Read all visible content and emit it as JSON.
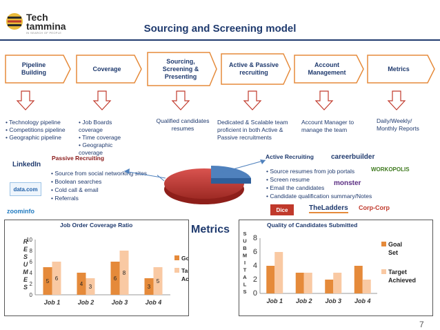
{
  "logo": {
    "line1": "Tech",
    "line2": "tammina",
    "tagline": "IN SEARCH OF PEOPLE"
  },
  "title": "Sourcing and Screening model",
  "stages": [
    {
      "label": "Pipeline Building"
    },
    {
      "label": "Coverage"
    },
    {
      "label": "Sourcing, Screening & Presenting"
    },
    {
      "label": "Active & Passive recruiting"
    },
    {
      "label": "Account Management"
    },
    {
      "label": "Metrics"
    }
  ],
  "descriptions": {
    "pipeline": [
      "• Technology pipeline",
      "• Competitions pipeline",
      "• Geographic pipeline"
    ],
    "coverage": [
      "• Job Boards coverage",
      "• Time coverage",
      "• Geographic coverage"
    ],
    "screening": "Qualified candidates resumes",
    "recruiting": "Dedicated & Scalable team proficient in both Active & Passive recruitments",
    "account": "Account Manager to manage the team",
    "metrics": "Daily/Weekly/ Monthly Reports"
  },
  "passive": {
    "heading": "Passive Recruiting",
    "items": [
      "Source from social networking sites",
      "Boolean searches",
      "Cold call & email",
      "Referrals"
    ]
  },
  "active": {
    "heading": "Active Recruiting",
    "items": [
      "Source resumes from job portals",
      "Screen resume",
      "Email the candidates",
      "Candidate qualification summary/Notes"
    ]
  },
  "brands": {
    "linkedin": "LinkedIn",
    "data": "data.com",
    "zoominfo": "zoominfo",
    "careerbuilder": "careerbuilder",
    "workopolis": "WORKOPOLIS",
    "monster": "monster",
    "dice": "Dice",
    "theladders": "TheLadders",
    "corpcorp": "Corp-Corp"
  },
  "metrics_label": "Metrics",
  "colors": {
    "navy": "#1f3a6e",
    "orange": "#e58a3a",
    "peach": "#f9c9a3",
    "red": "#c0392b",
    "blue": "#4f81bd"
  },
  "chart_data": [
    {
      "type": "bar",
      "title": "Job Order Coverage Ratio",
      "ylabel": "RESUMES",
      "categories": [
        "Job 1",
        "Job 2",
        "Job 3",
        "Job 4"
      ],
      "series": [
        {
          "name": "Goal Set",
          "values": [
            5,
            4,
            6,
            3
          ]
        },
        {
          "name": "Target Achieved",
          "values": [
            6,
            3,
            8,
            5
          ]
        }
      ],
      "ylim": [
        0,
        10
      ],
      "yticks": [
        0,
        2,
        4,
        6,
        8,
        10
      ],
      "legend": "right",
      "data_labels": true
    },
    {
      "type": "bar",
      "title": "Quality of Candidates Submitted",
      "ylabel": "SUBMITALS",
      "categories": [
        "Job 1",
        "Job 2",
        "Job 3",
        "Job 4"
      ],
      "series": [
        {
          "name": "Goal Set",
          "values": [
            4,
            3,
            2,
            4
          ]
        },
        {
          "name": "Target Achieved",
          "values": [
            6,
            3,
            3,
            2
          ]
        }
      ],
      "ylim": [
        0,
        8
      ],
      "yticks": [
        0,
        2,
        4,
        6,
        8
      ],
      "legend": "right",
      "data_labels": false
    }
  ],
  "page_number": "7"
}
